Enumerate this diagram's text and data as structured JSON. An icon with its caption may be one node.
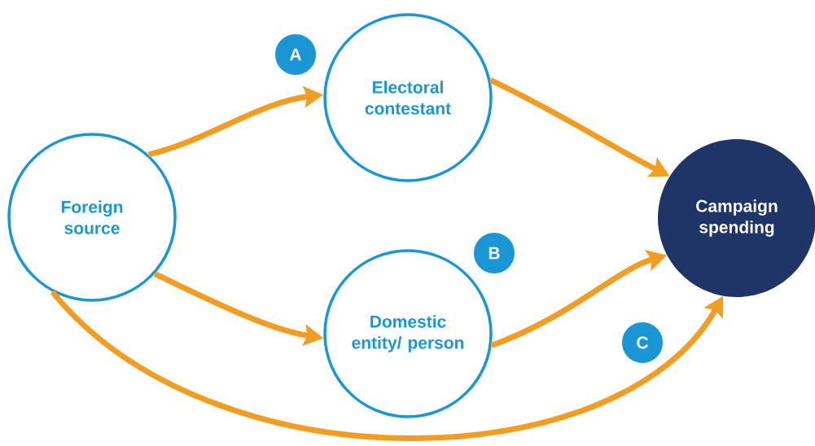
{
  "diagram": {
    "nodes": [
      {
        "text": [
          "Foreign source"
        ]
      },
      {
        "text": [
          "A"
        ]
      },
      {
        "text": [
          "Electoral contestant"
        ]
      },
      {
        "text": [
          "Campaign spending"
        ]
      },
      {
        "text": [
          "B"
        ]
      },
      {
        "text": [
          "Domestic entity/ person"
        ]
      },
      {
        "text": [
          "C"
        ]
      }
    ],
    "edges": [
      {
        "from": 0,
        "to": 2,
        "arrow": "to"
      },
      {
        "from": 2,
        "to": 3,
        "arrow": "to"
      },
      {
        "from": 0,
        "to": 5,
        "arrow": "to"
      },
      {
        "from": 5,
        "to": 3,
        "arrow": "to"
      },
      {
        "from": 0,
        "to": 3,
        "arrow": "to"
      }
    ]
  }
}
